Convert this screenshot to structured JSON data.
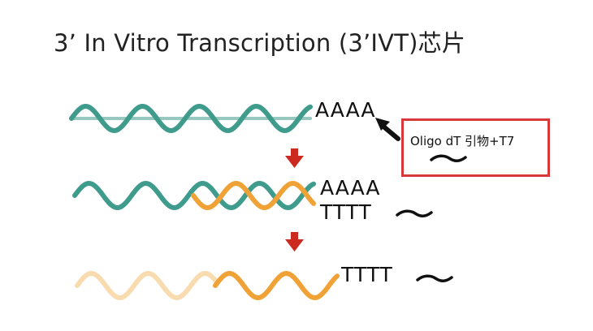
{
  "title": "3’ In Vitro Transcription (3’IVT)芯片",
  "sequences": {
    "row1_polyA": "AAAA",
    "row2_polyA": "AAAA",
    "row2_polyT": "TTTT",
    "row3_polyT": "TTTT"
  },
  "callout": {
    "label": "Oligo dT 引物+T7"
  },
  "colors": {
    "mrna_strand": "#3f9b8b",
    "cdna_strand": "#f0a236",
    "faded_strand": "#f8dcb0",
    "step_arrow": "#cc2a1e",
    "callout_border": "#d9383a",
    "pointer_arrow": "#111111"
  },
  "icons": {
    "step_arrow": "down-arrow-icon",
    "pointer": "pointer-arrow-icon",
    "primer_tail": "squiggle-tail-icon"
  }
}
